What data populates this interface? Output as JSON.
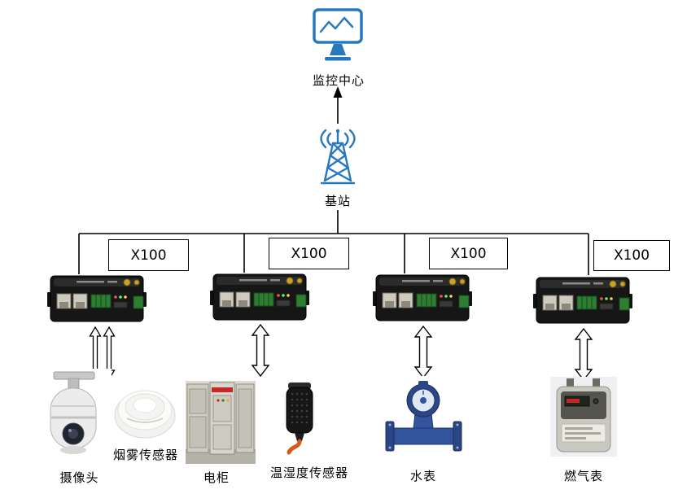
{
  "diagram": {
    "monitoring_center_label": "监控中心",
    "base_station_label": "基站"
  },
  "routers": [
    {
      "model": "X100"
    },
    {
      "model": "X100"
    },
    {
      "model": "X100"
    },
    {
      "model": "X100"
    }
  ],
  "devices": [
    {
      "label": "摄像头"
    },
    {
      "label": "烟雾传感器"
    },
    {
      "label": "电柜"
    },
    {
      "label": "温湿度传感器"
    },
    {
      "label": "水表"
    },
    {
      "label": "燃气表"
    }
  ],
  "colors": {
    "icon_blue": "#2878BE",
    "line": "#000000",
    "terminal_green": "#2e7d32"
  }
}
